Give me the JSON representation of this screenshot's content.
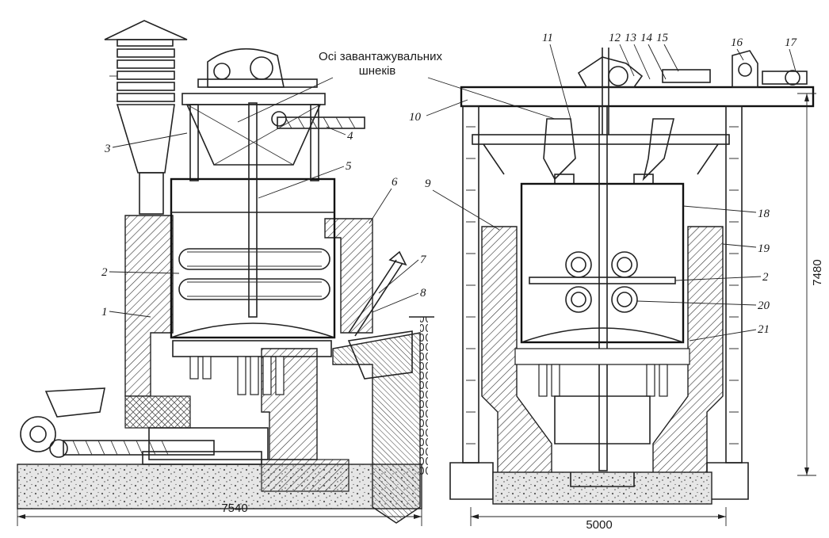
{
  "caption_axes": "Осі завантажувальних",
  "caption_axes_2": "шнеків",
  "dimensions": {
    "left_width": "7540",
    "right_width": "5000",
    "height": "7480"
  },
  "labels": {
    "l1": "1",
    "l2": "2",
    "l3": "3",
    "l4": "4",
    "l5": "5",
    "l6": "6",
    "l7": "7",
    "l8": "8",
    "l9": "9",
    "l10": "10",
    "l11": "11",
    "l12": "12",
    "l13": "13",
    "l14": "14",
    "l15": "15",
    "l16": "16",
    "l17": "17",
    "l18": "18",
    "l19": "19",
    "l2b": "2",
    "l20": "20",
    "l21": "21"
  }
}
